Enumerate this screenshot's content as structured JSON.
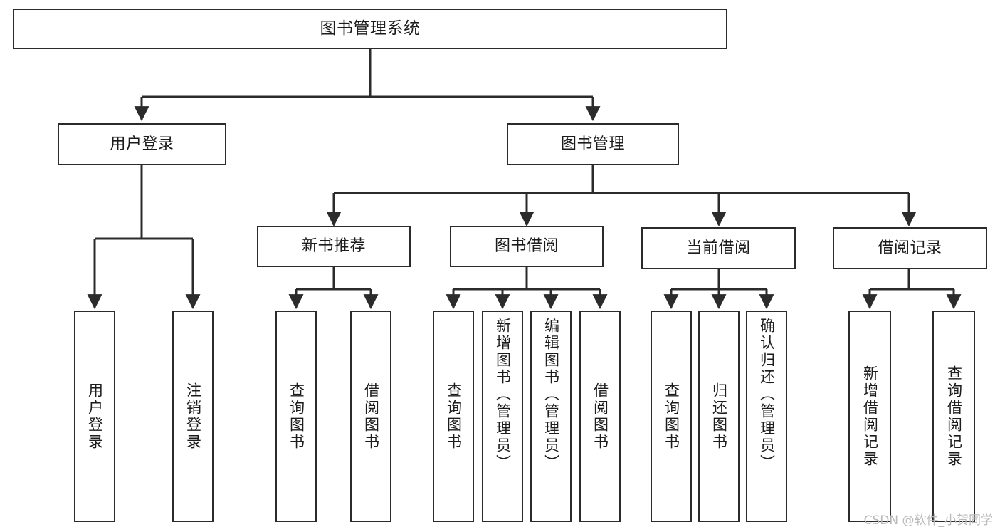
{
  "diagram": {
    "type": "tree",
    "title": "图书管理系统",
    "theme": {
      "background": "#ffffff",
      "box_border": "#2b2b2b",
      "box_fill": "#ffffff",
      "text": "#1c1c1c",
      "edge": "#2b2b2b",
      "watermark": "#b9b9b9"
    },
    "root": {
      "label": "图书管理系统"
    },
    "level1": [
      {
        "label": "用户登录"
      },
      {
        "label": "图书管理"
      }
    ],
    "level2": [
      {
        "label": "新书推荐"
      },
      {
        "label": "图书借阅"
      },
      {
        "label": "当前借阅"
      },
      {
        "label": "借阅记录"
      }
    ],
    "leaves": {
      "user_login": [
        {
          "label": "用户登录"
        },
        {
          "label": "注销登录"
        }
      ],
      "new_book_recommend": [
        {
          "label": "查询图书"
        },
        {
          "label": "借阅图书"
        }
      ],
      "book_borrow": [
        {
          "label": "查询图书"
        },
        {
          "label": "新增图书（管理员）"
        },
        {
          "label": "编辑图书（管理员）"
        },
        {
          "label": "借阅图书"
        }
      ],
      "current_borrow": [
        {
          "label": "查询图书"
        },
        {
          "label": "归还图书"
        },
        {
          "label": "确认归还（管理员）"
        }
      ],
      "borrow_record": [
        {
          "label": "新增借阅记录"
        },
        {
          "label": "查询借阅记录"
        }
      ]
    }
  },
  "watermark": {
    "text": "CSDN @软件_小贺同学"
  }
}
